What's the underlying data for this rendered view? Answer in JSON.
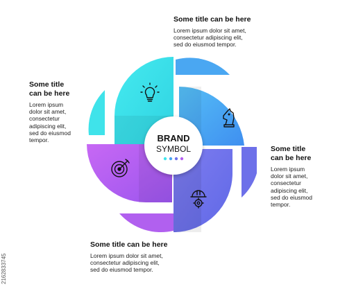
{
  "center": {
    "brand": "BRAND",
    "symbol": "SYMBOL"
  },
  "blocks": {
    "top": {
      "title": "Some title can be here",
      "body": [
        "Lorem ipsum dolor sit amet,",
        "consectetur adipiscing elit,",
        "sed do eiusmod tempor."
      ]
    },
    "left": {
      "title": [
        "Some title",
        "can be here"
      ],
      "body": [
        "Lorem ipsum",
        "dolor sit amet,",
        "consectetur",
        "adipiscing elit,",
        "sed do eiusmod",
        "tempor."
      ]
    },
    "right": {
      "title": [
        "Some title",
        "can be here"
      ],
      "body": [
        "Lorem ipsum",
        "dolor sit amet,",
        "consectetur",
        "adipiscing elit,",
        "sed do eiusmod",
        "tempor."
      ]
    },
    "bottom": {
      "title": "Some title can be here",
      "body": [
        "Lorem ipsum dolor sit amet,",
        "consectetur adipiscing elit,",
        "sed do eiusmod tempor."
      ]
    }
  },
  "icons": [
    "lightbulb-icon",
    "chess-knight-icon",
    "hard-hat-gear-icon",
    "target-arrow-icon"
  ],
  "colors": {
    "cyan": "#3ee6ec",
    "blue": "#4ba4f1",
    "indigo": "#6e72ea",
    "purple": "#b45ff0",
    "dots": [
      "#3ee6ec",
      "#4ba4f1",
      "#6e72ea",
      "#b45ff0"
    ]
  },
  "watermark": "2162833745"
}
